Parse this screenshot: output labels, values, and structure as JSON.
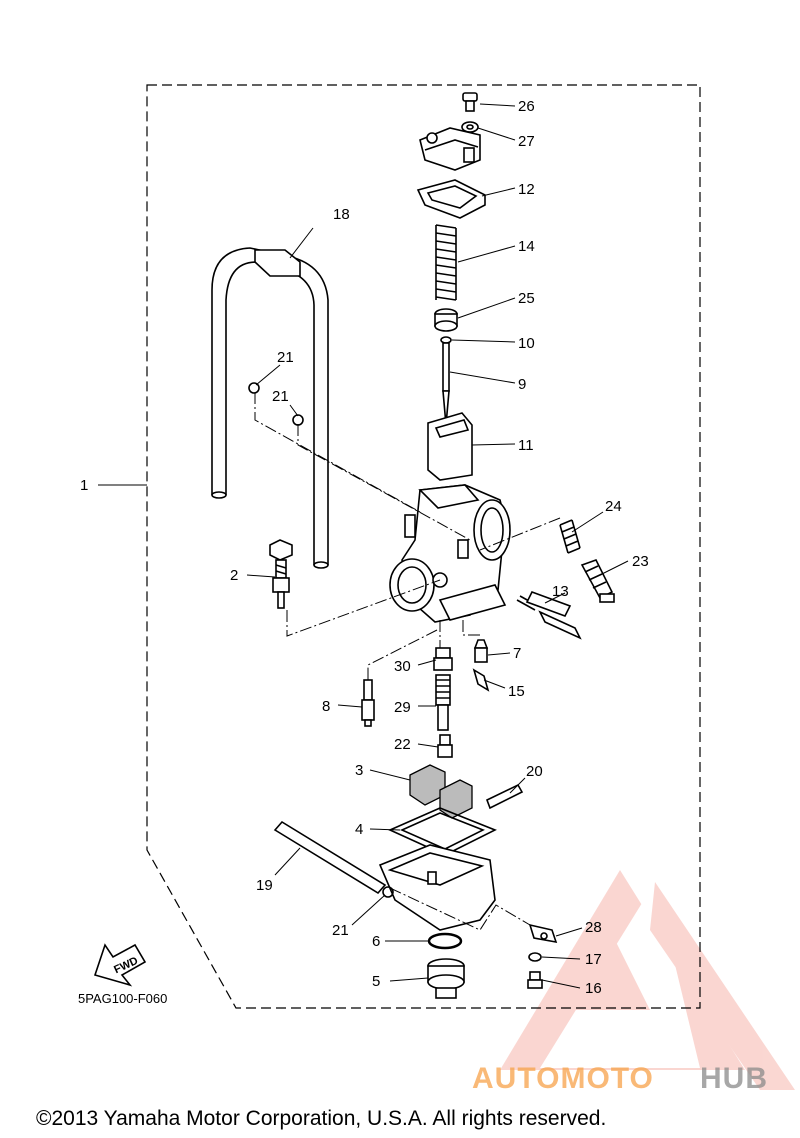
{
  "diagram_code": "5PAG100-F060",
  "fwd_label": "FWD",
  "copyright": "©2013 Yamaha Motor Corporation, U.S.A. All rights reserved.",
  "watermark": {
    "brand_left": "AUTOMOTO",
    "brand_right": "HUB",
    "color_red": "#f04a3a",
    "color_orange": "#f7a24a",
    "color_gray": "#8a8a8a"
  },
  "callouts": {
    "c1": "1",
    "c2": "2",
    "c3": "3",
    "c4": "4",
    "c5": "5",
    "c6": "6",
    "c7": "7",
    "c8": "8",
    "c9": "9",
    "c10": "10",
    "c11": "11",
    "c12": "12",
    "c13": "13",
    "c14": "14",
    "c15": "15",
    "c16": "16",
    "c17": "17",
    "c18": "18",
    "c19": "19",
    "c20": "20",
    "c21a": "21",
    "c21b": "21",
    "c21c": "21",
    "c22": "22",
    "c23": "23",
    "c24": "24",
    "c25": "25",
    "c26": "26",
    "c27": "27",
    "c28": "28",
    "c29": "29",
    "c30": "30"
  }
}
